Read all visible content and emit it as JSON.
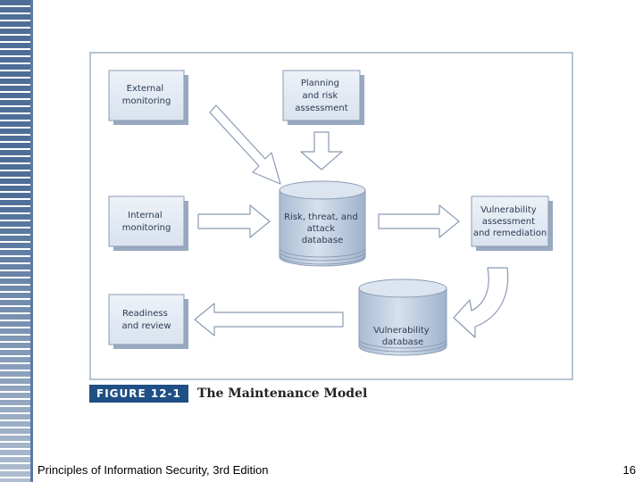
{
  "diagram": {
    "boxes": {
      "external": [
        "External",
        "monitoring"
      ],
      "planning": [
        "Planning",
        "and risk",
        "assessment"
      ],
      "internal": [
        "Internal",
        "monitoring"
      ],
      "vulnerability_assessment": [
        "Vulnerability",
        "assessment",
        "and remediation"
      ],
      "readiness": [
        "Readiness",
        "and review"
      ]
    },
    "databases": {
      "risk": [
        "Risk, threat, and",
        "attack",
        "database"
      ],
      "vulnerability": [
        "Vulnerability",
        "database"
      ]
    }
  },
  "caption": {
    "label": "FIGURE 12-1",
    "title": "The Maintenance Model"
  },
  "footer": {
    "text": "Principles of Information Security, 3rd Edition",
    "page": "16"
  },
  "colors": {
    "sidebar": "#4e6e98",
    "box_fill": "#e1e8f1",
    "cylinder": "#c5d2e3",
    "caption_bg": "#1f4f84",
    "figure_border": "#b7c5d6"
  }
}
